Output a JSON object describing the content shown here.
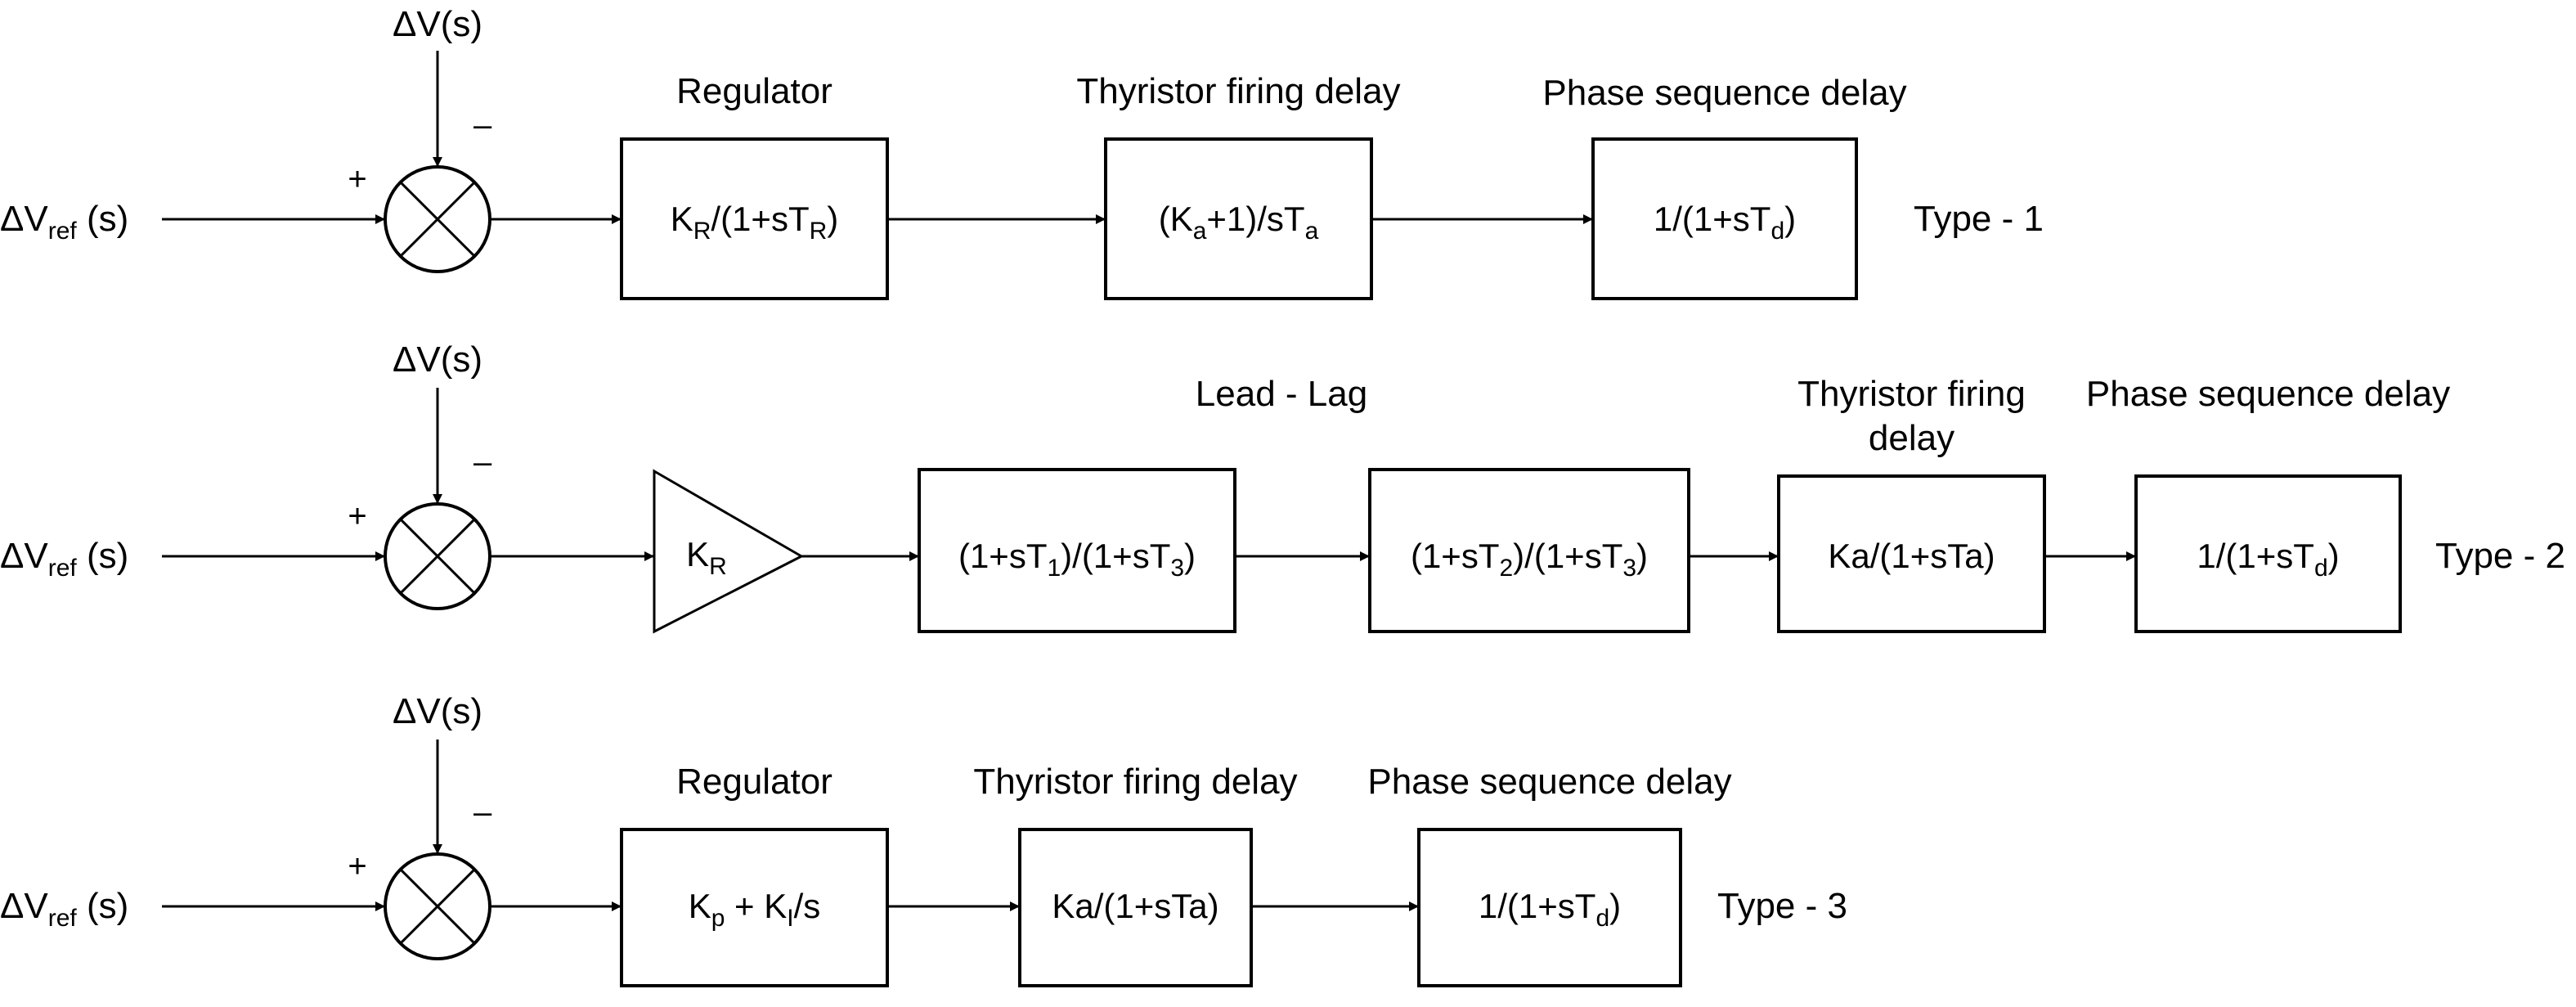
{
  "diagram": {
    "rows": [
      {
        "type_label": "Type - 1",
        "input": {
          "main": "ΔV",
          "sub": "ref",
          "tail": " (s)"
        },
        "feedback": "ΔV(s)",
        "plus": "+",
        "minus": "–",
        "amp": null,
        "blocks": [
          {
            "caption": [
              "Regulator"
            ],
            "parts": [
              [
                "K",
                ""
              ],
              [
                "R",
                "sub"
              ],
              [
                "/(1+sT",
                ""
              ],
              [
                "R",
                "sub"
              ],
              [
                ")",
                ""
              ]
            ]
          },
          {
            "caption": [
              "Thyristor firing delay"
            ],
            "parts": [
              [
                "(K",
                ""
              ],
              [
                "a",
                "sub"
              ],
              [
                "+1)/sT",
                ""
              ],
              [
                "a",
                "sub"
              ]
            ]
          },
          {
            "caption": [
              "Phase sequence delay"
            ],
            "parts": [
              [
                "1/(1+sT",
                ""
              ],
              [
                "d",
                "sub"
              ],
              [
                ")",
                ""
              ]
            ]
          }
        ]
      },
      {
        "type_label": "Type - 2",
        "input": {
          "main": "ΔV",
          "sub": "ref",
          "tail": " (s)"
        },
        "feedback": "ΔV(s)",
        "plus": "+",
        "minus": "–",
        "amp": {
          "parts": [
            [
              "K",
              ""
            ],
            [
              "R",
              "sub"
            ]
          ]
        },
        "group_caption": "Lead - Lag",
        "blocks": [
          {
            "caption": [],
            "parts": [
              [
                "(1+sT",
                ""
              ],
              [
                "1",
                "sub"
              ],
              [
                ")/(1+sT",
                ""
              ],
              [
                "3",
                "sub"
              ],
              [
                ")",
                ""
              ]
            ]
          },
          {
            "caption": [],
            "parts": [
              [
                "(1+sT",
                ""
              ],
              [
                "2",
                "sub"
              ],
              [
                ")/(1+sT",
                ""
              ],
              [
                "3",
                "sub"
              ],
              [
                ")",
                ""
              ]
            ]
          },
          {
            "caption": [
              "Thyristor firing",
              "delay"
            ],
            "parts": [
              [
                "Ka/(1+sTa)",
                ""
              ]
            ]
          },
          {
            "caption": [
              "Phase sequence delay"
            ],
            "parts": [
              [
                "1/(1+sT",
                ""
              ],
              [
                "d",
                "sub"
              ],
              [
                ")",
                ""
              ]
            ]
          }
        ]
      },
      {
        "type_label": "Type - 3",
        "input": {
          "main": "ΔV",
          "sub": "ref",
          "tail": " (s)"
        },
        "feedback": "ΔV(s)",
        "plus": "+",
        "minus": "–",
        "amp": null,
        "blocks": [
          {
            "caption": [
              "Regulator"
            ],
            "parts": [
              [
                "K",
                ""
              ],
              [
                "p",
                "sub"
              ],
              [
                " + K",
                ""
              ],
              [
                "I",
                "sub"
              ],
              [
                "/s",
                ""
              ]
            ]
          },
          {
            "caption": [
              "Thyristor firing delay"
            ],
            "parts": [
              [
                "Ka/(1+sTa)",
                ""
              ]
            ]
          },
          {
            "caption": [
              "Phase sequence delay"
            ],
            "parts": [
              [
                "1/(1+sT",
                ""
              ],
              [
                "d",
                "sub"
              ],
              [
                ")",
                ""
              ]
            ]
          }
        ]
      }
    ]
  }
}
